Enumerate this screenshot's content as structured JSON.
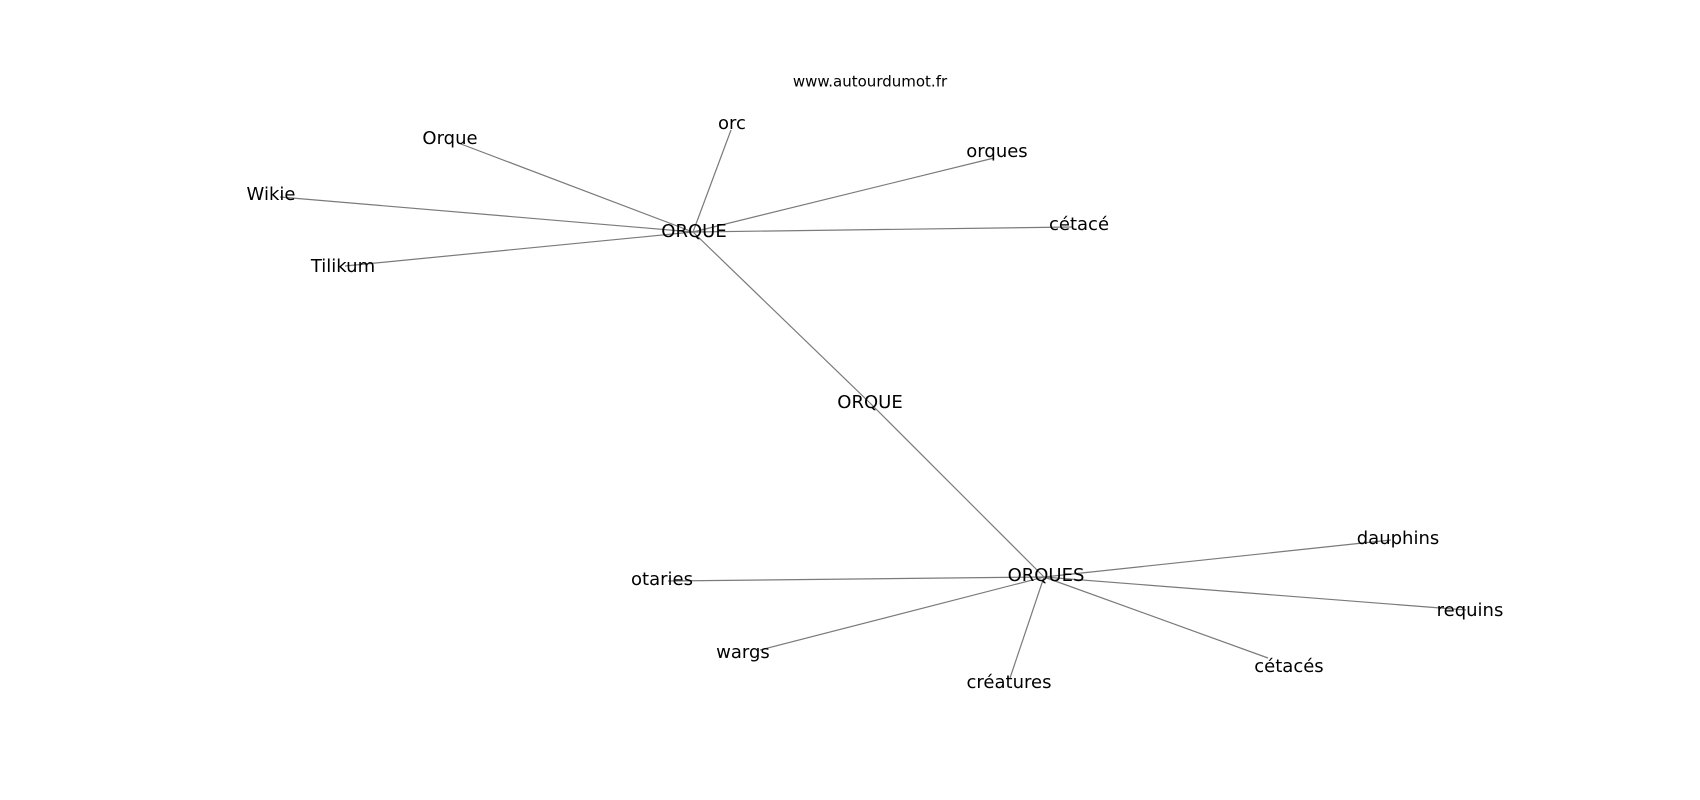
{
  "title": "www.autourdumot.fr",
  "nodes": [
    {
      "id": "root",
      "label": "ORQUE"
    },
    {
      "id": "hub1",
      "label": "ORQUE"
    },
    {
      "id": "hub2",
      "label": "ORQUES"
    },
    {
      "id": "orque",
      "label": "Orque"
    },
    {
      "id": "orc",
      "label": "orc"
    },
    {
      "id": "orques",
      "label": "orques"
    },
    {
      "id": "cetace",
      "label": "cétacé"
    },
    {
      "id": "wikie",
      "label": "Wikie"
    },
    {
      "id": "tilikum",
      "label": "Tilikum"
    },
    {
      "id": "dauphins",
      "label": "dauphins"
    },
    {
      "id": "otaries",
      "label": "otaries"
    },
    {
      "id": "requins",
      "label": "requins"
    },
    {
      "id": "wargs",
      "label": "wargs"
    },
    {
      "id": "creatures",
      "label": "créatures"
    },
    {
      "id": "cetaces",
      "label": "cétacés"
    }
  ],
  "edges": [
    [
      "root",
      "hub1"
    ],
    [
      "root",
      "hub2"
    ],
    [
      "hub1",
      "orque"
    ],
    [
      "hub1",
      "orc"
    ],
    [
      "hub1",
      "orques"
    ],
    [
      "hub1",
      "cetace"
    ],
    [
      "hub1",
      "wikie"
    ],
    [
      "hub1",
      "tilikum"
    ],
    [
      "hub2",
      "dauphins"
    ],
    [
      "hub2",
      "otaries"
    ],
    [
      "hub2",
      "requins"
    ],
    [
      "hub2",
      "wargs"
    ],
    [
      "hub2",
      "creatures"
    ],
    [
      "hub2",
      "cetaces"
    ]
  ]
}
